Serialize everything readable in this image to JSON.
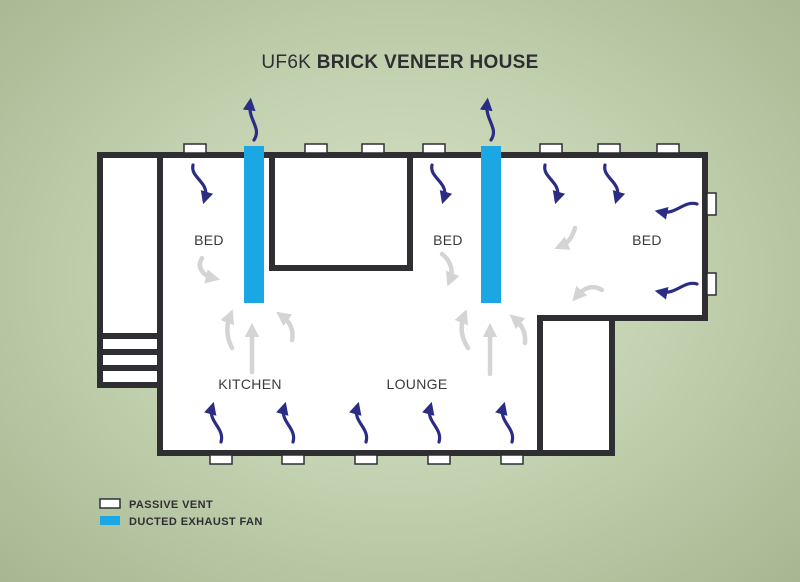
{
  "title": {
    "prefix": "UF6K",
    "bold": "BRICK VENEER HOUSE"
  },
  "rooms": {
    "bed_left": "BED",
    "bed_middle": "BED",
    "bed_right": "BED",
    "kitchen": "KITCHEN",
    "lounge": "LOUNGE"
  },
  "legend": {
    "passive_vent": "PASSIVE VENT",
    "ducted_exhaust_fan": "DUCTED EXHAUST FAN"
  },
  "colors": {
    "wall": "#2f2f33",
    "floor": "#ffffff",
    "exhaust_fan": "#1aa7e4",
    "arrow_in": "#2b2c83",
    "arrow_internal": "#d4d4d4"
  }
}
